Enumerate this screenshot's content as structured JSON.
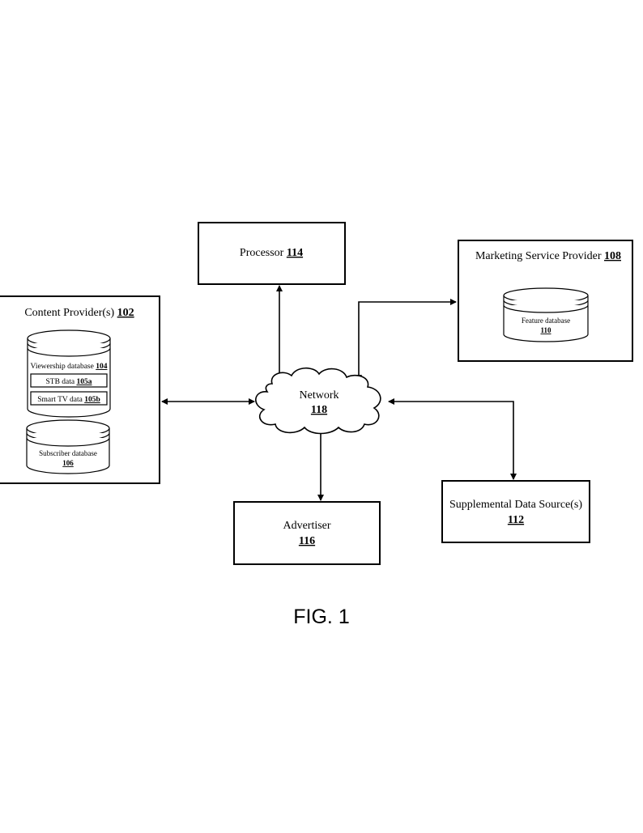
{
  "content_provider": {
    "label": "Content Provider(s)",
    "number": "102"
  },
  "viewership_db": {
    "label": "Viewership database",
    "number": "104"
  },
  "stb_data": {
    "label": "STB data",
    "number": "105a"
  },
  "smart_tv_data": {
    "label": "Smart TV data",
    "number": "105b"
  },
  "subscriber_db": {
    "label": "Subscriber database",
    "number": "106"
  },
  "processor": {
    "label": "Processor",
    "number": "114"
  },
  "marketing": {
    "label": "Marketing Service Provider",
    "number": "108"
  },
  "feature_db": {
    "label": "Feature database",
    "number": "110"
  },
  "network": {
    "label": "Network",
    "number": "118"
  },
  "advertiser": {
    "label": "Advertiser",
    "number": "116"
  },
  "supplemental": {
    "label": "Supplemental Data Source(s)",
    "number": "112"
  },
  "figure_caption": "FIG. 1"
}
